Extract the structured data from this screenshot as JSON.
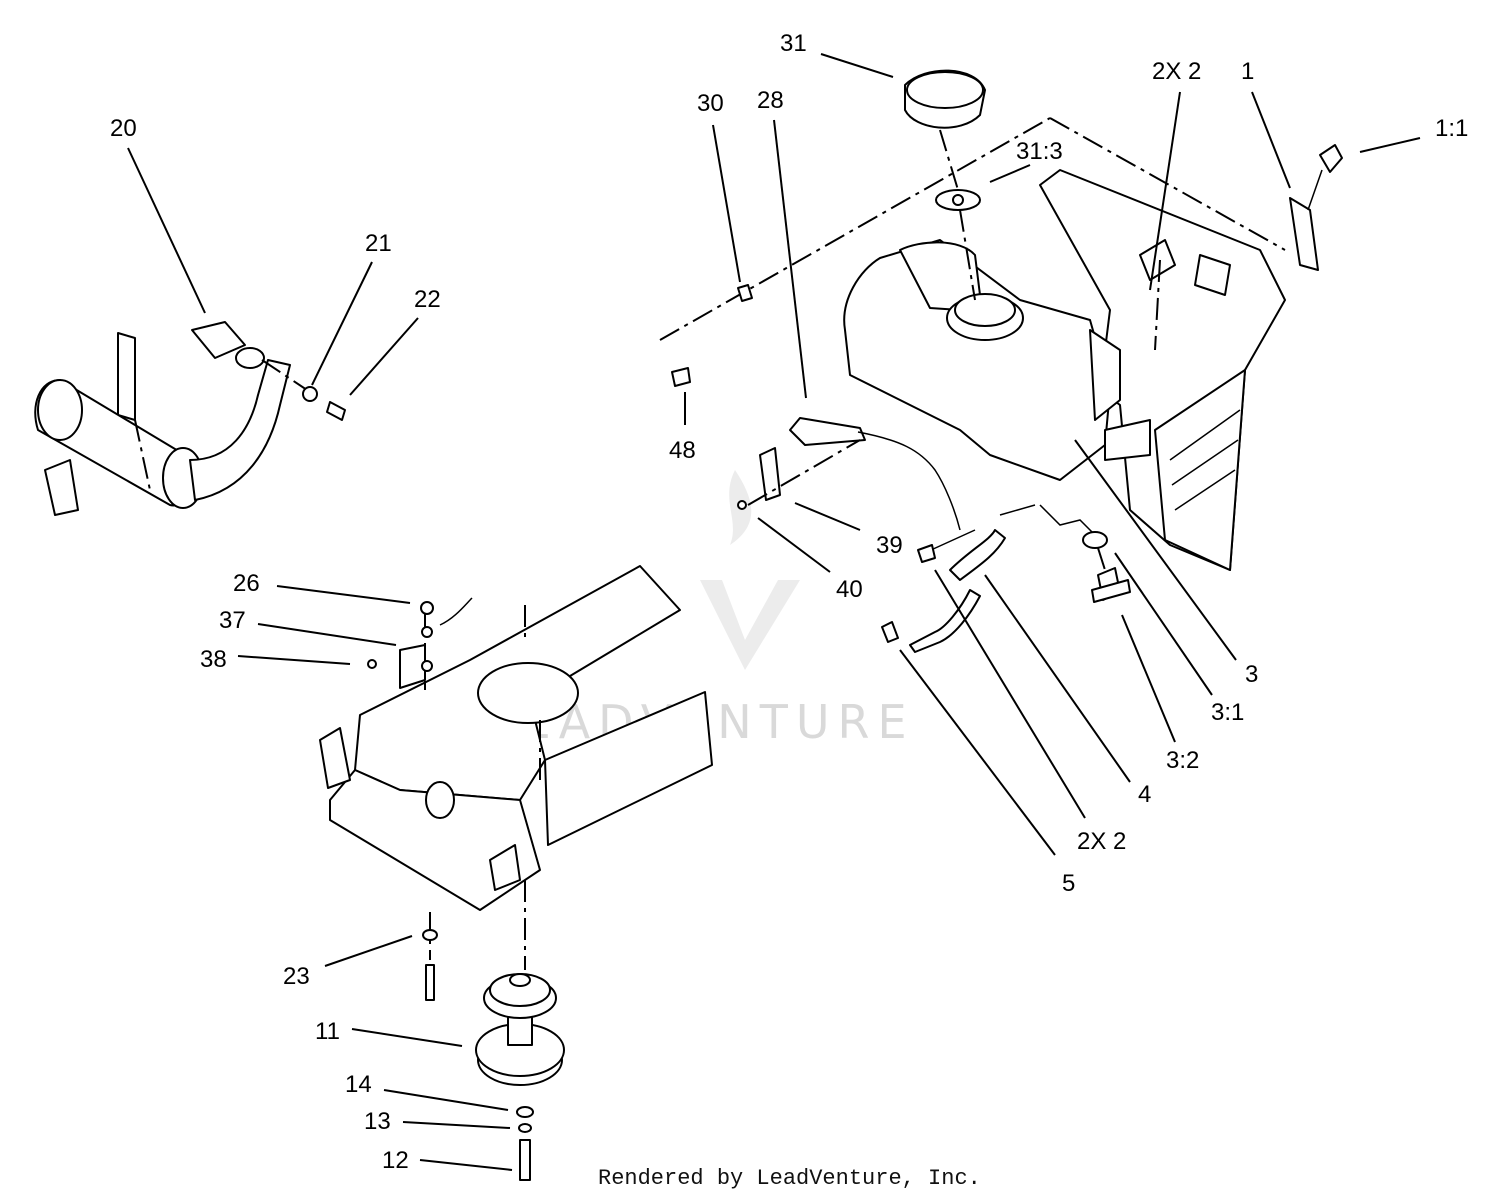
{
  "watermark": "LEADVENTURE",
  "footer": "Rendered by LeadVenture, Inc.",
  "callouts": [
    {
      "id": "c20",
      "text": "20"
    },
    {
      "id": "c21",
      "text": "21"
    },
    {
      "id": "c22",
      "text": "22"
    },
    {
      "id": "c26",
      "text": "26"
    },
    {
      "id": "c37",
      "text": "37"
    },
    {
      "id": "c38",
      "text": "38"
    },
    {
      "id": "c23",
      "text": "23"
    },
    {
      "id": "c11",
      "text": "11"
    },
    {
      "id": "c14",
      "text": "14"
    },
    {
      "id": "c13",
      "text": "13"
    },
    {
      "id": "c12",
      "text": "12"
    },
    {
      "id": "c30",
      "text": "30"
    },
    {
      "id": "c28",
      "text": "28"
    },
    {
      "id": "c31",
      "text": "31"
    },
    {
      "id": "c31_3",
      "text": "31:3"
    },
    {
      "id": "c2x2a",
      "text": "2X 2"
    },
    {
      "id": "c1",
      "text": "1"
    },
    {
      "id": "c1_1",
      "text": "1:1"
    },
    {
      "id": "c48",
      "text": "48"
    },
    {
      "id": "c39",
      "text": "39"
    },
    {
      "id": "c40",
      "text": "40"
    },
    {
      "id": "c3",
      "text": "3"
    },
    {
      "id": "c3_1",
      "text": "3:1"
    },
    {
      "id": "c3_2",
      "text": "3:2"
    },
    {
      "id": "c4",
      "text": "4"
    },
    {
      "id": "c2x2b",
      "text": "2X 2"
    },
    {
      "id": "c5",
      "text": "5"
    }
  ]
}
